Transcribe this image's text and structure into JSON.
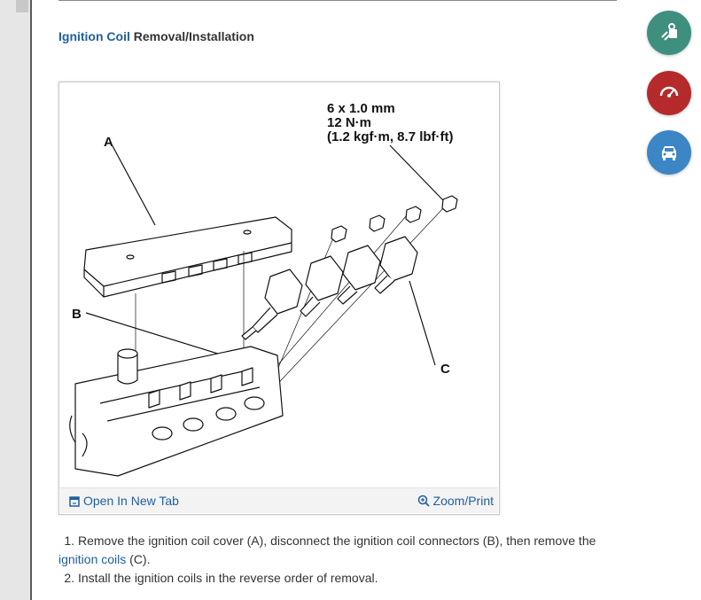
{
  "colors": {
    "link": "#1f5f9e",
    "fab_teal": "#3f8f7f",
    "fab_red": "#b52a2a",
    "fab_blue": "#3c86c6"
  },
  "heading": {
    "link": "Ignition Coil",
    "rest": "Removal/Installation"
  },
  "figure": {
    "labels": {
      "a": "A",
      "b": "B",
      "c": "C",
      "spec_line1": "6 x 1.0 mm",
      "spec_line2": "12 N·m",
      "spec_line3": "(1.2 kgf·m, 8.7 lbf·ft)"
    },
    "open_tab": "Open In New Tab",
    "zoom_print": "Zoom/Print"
  },
  "steps": [
    {
      "num": "1.",
      "text": "Remove the ignition coil cover (A), disconnect the ignition coil connectors (B), then remove the",
      "link": "ignition coils",
      "suffix": "(C)."
    },
    {
      "num": "2.",
      "text": "Install the ignition coils in the reverse order of removal."
    }
  ],
  "fabs": [
    {
      "icon": "service-info-icon"
    },
    {
      "icon": "diagnostic-icon"
    },
    {
      "icon": "vehicle-info-icon"
    }
  ]
}
